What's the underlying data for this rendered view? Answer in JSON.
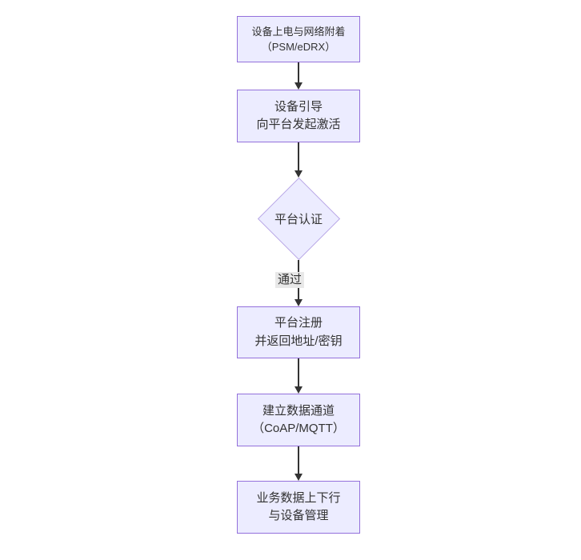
{
  "diagram": {
    "type": "flowchart",
    "direction": "top-down",
    "nodes": [
      {
        "id": "power-attach",
        "shape": "rect",
        "lines": [
          "设备上电与网络附着",
          "（PSM/eDRX）"
        ]
      },
      {
        "id": "bootstrap",
        "shape": "rect",
        "lines": [
          "设备引导",
          "向平台发起激活"
        ]
      },
      {
        "id": "auth",
        "shape": "diamond",
        "lines": [
          "平台认证"
        ]
      },
      {
        "id": "register",
        "shape": "rect",
        "lines": [
          "平台注册",
          "并返回地址/密钥"
        ]
      },
      {
        "id": "channel",
        "shape": "rect",
        "lines": [
          "建立数据通道",
          "（CoAP/MQTT）"
        ]
      },
      {
        "id": "business",
        "shape": "rect",
        "lines": [
          "业务数据上下行",
          "与设备管理"
        ]
      }
    ],
    "edges": [
      {
        "from": "power-attach",
        "to": "bootstrap",
        "label": ""
      },
      {
        "from": "bootstrap",
        "to": "auth",
        "label": ""
      },
      {
        "from": "auth",
        "to": "register",
        "label": "通过"
      },
      {
        "from": "register",
        "to": "channel",
        "label": ""
      },
      {
        "from": "channel",
        "to": "business",
        "label": ""
      }
    ],
    "colors": {
      "background": "#ffffff",
      "node_fill": "#ECECFF",
      "node_border": "#9370DB",
      "node_border_light": "#b9a7e6",
      "edge_line": "#333333",
      "edge_label_bg": "#e8e8e8",
      "text": "#333333"
    }
  }
}
